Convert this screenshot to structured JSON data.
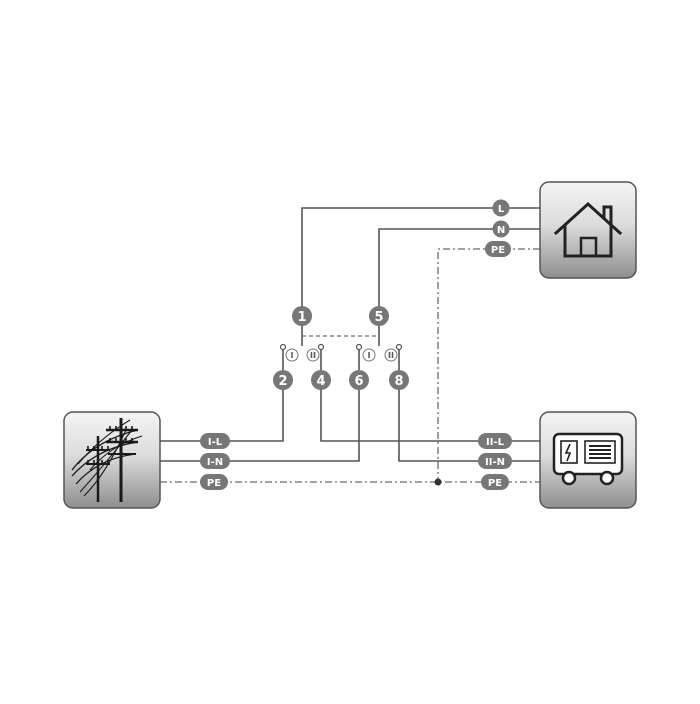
{
  "colors": {
    "wire": "#555555",
    "tag": "#777777",
    "box_top": "#f4f4f4",
    "box_bottom": "#8e8e8e",
    "box_border": "#555555"
  },
  "boxes": {
    "house": {
      "icon": "house-icon"
    },
    "grid": {
      "icon": "power-lines-icon"
    },
    "generator": {
      "icon": "generator-icon"
    }
  },
  "house_tags": {
    "l": "L",
    "n": "N",
    "pe": "PE"
  },
  "grid_tags": {
    "l": "I-L",
    "n": "I-N",
    "pe": "PE"
  },
  "generator_tags": {
    "l": "II-L",
    "n": "II-N",
    "pe": "PE"
  },
  "switch": {
    "common_left": "1",
    "common_right": "5",
    "terminals": [
      "2",
      "4",
      "6",
      "8"
    ],
    "positions": [
      "I",
      "II",
      "I",
      "II"
    ]
  }
}
